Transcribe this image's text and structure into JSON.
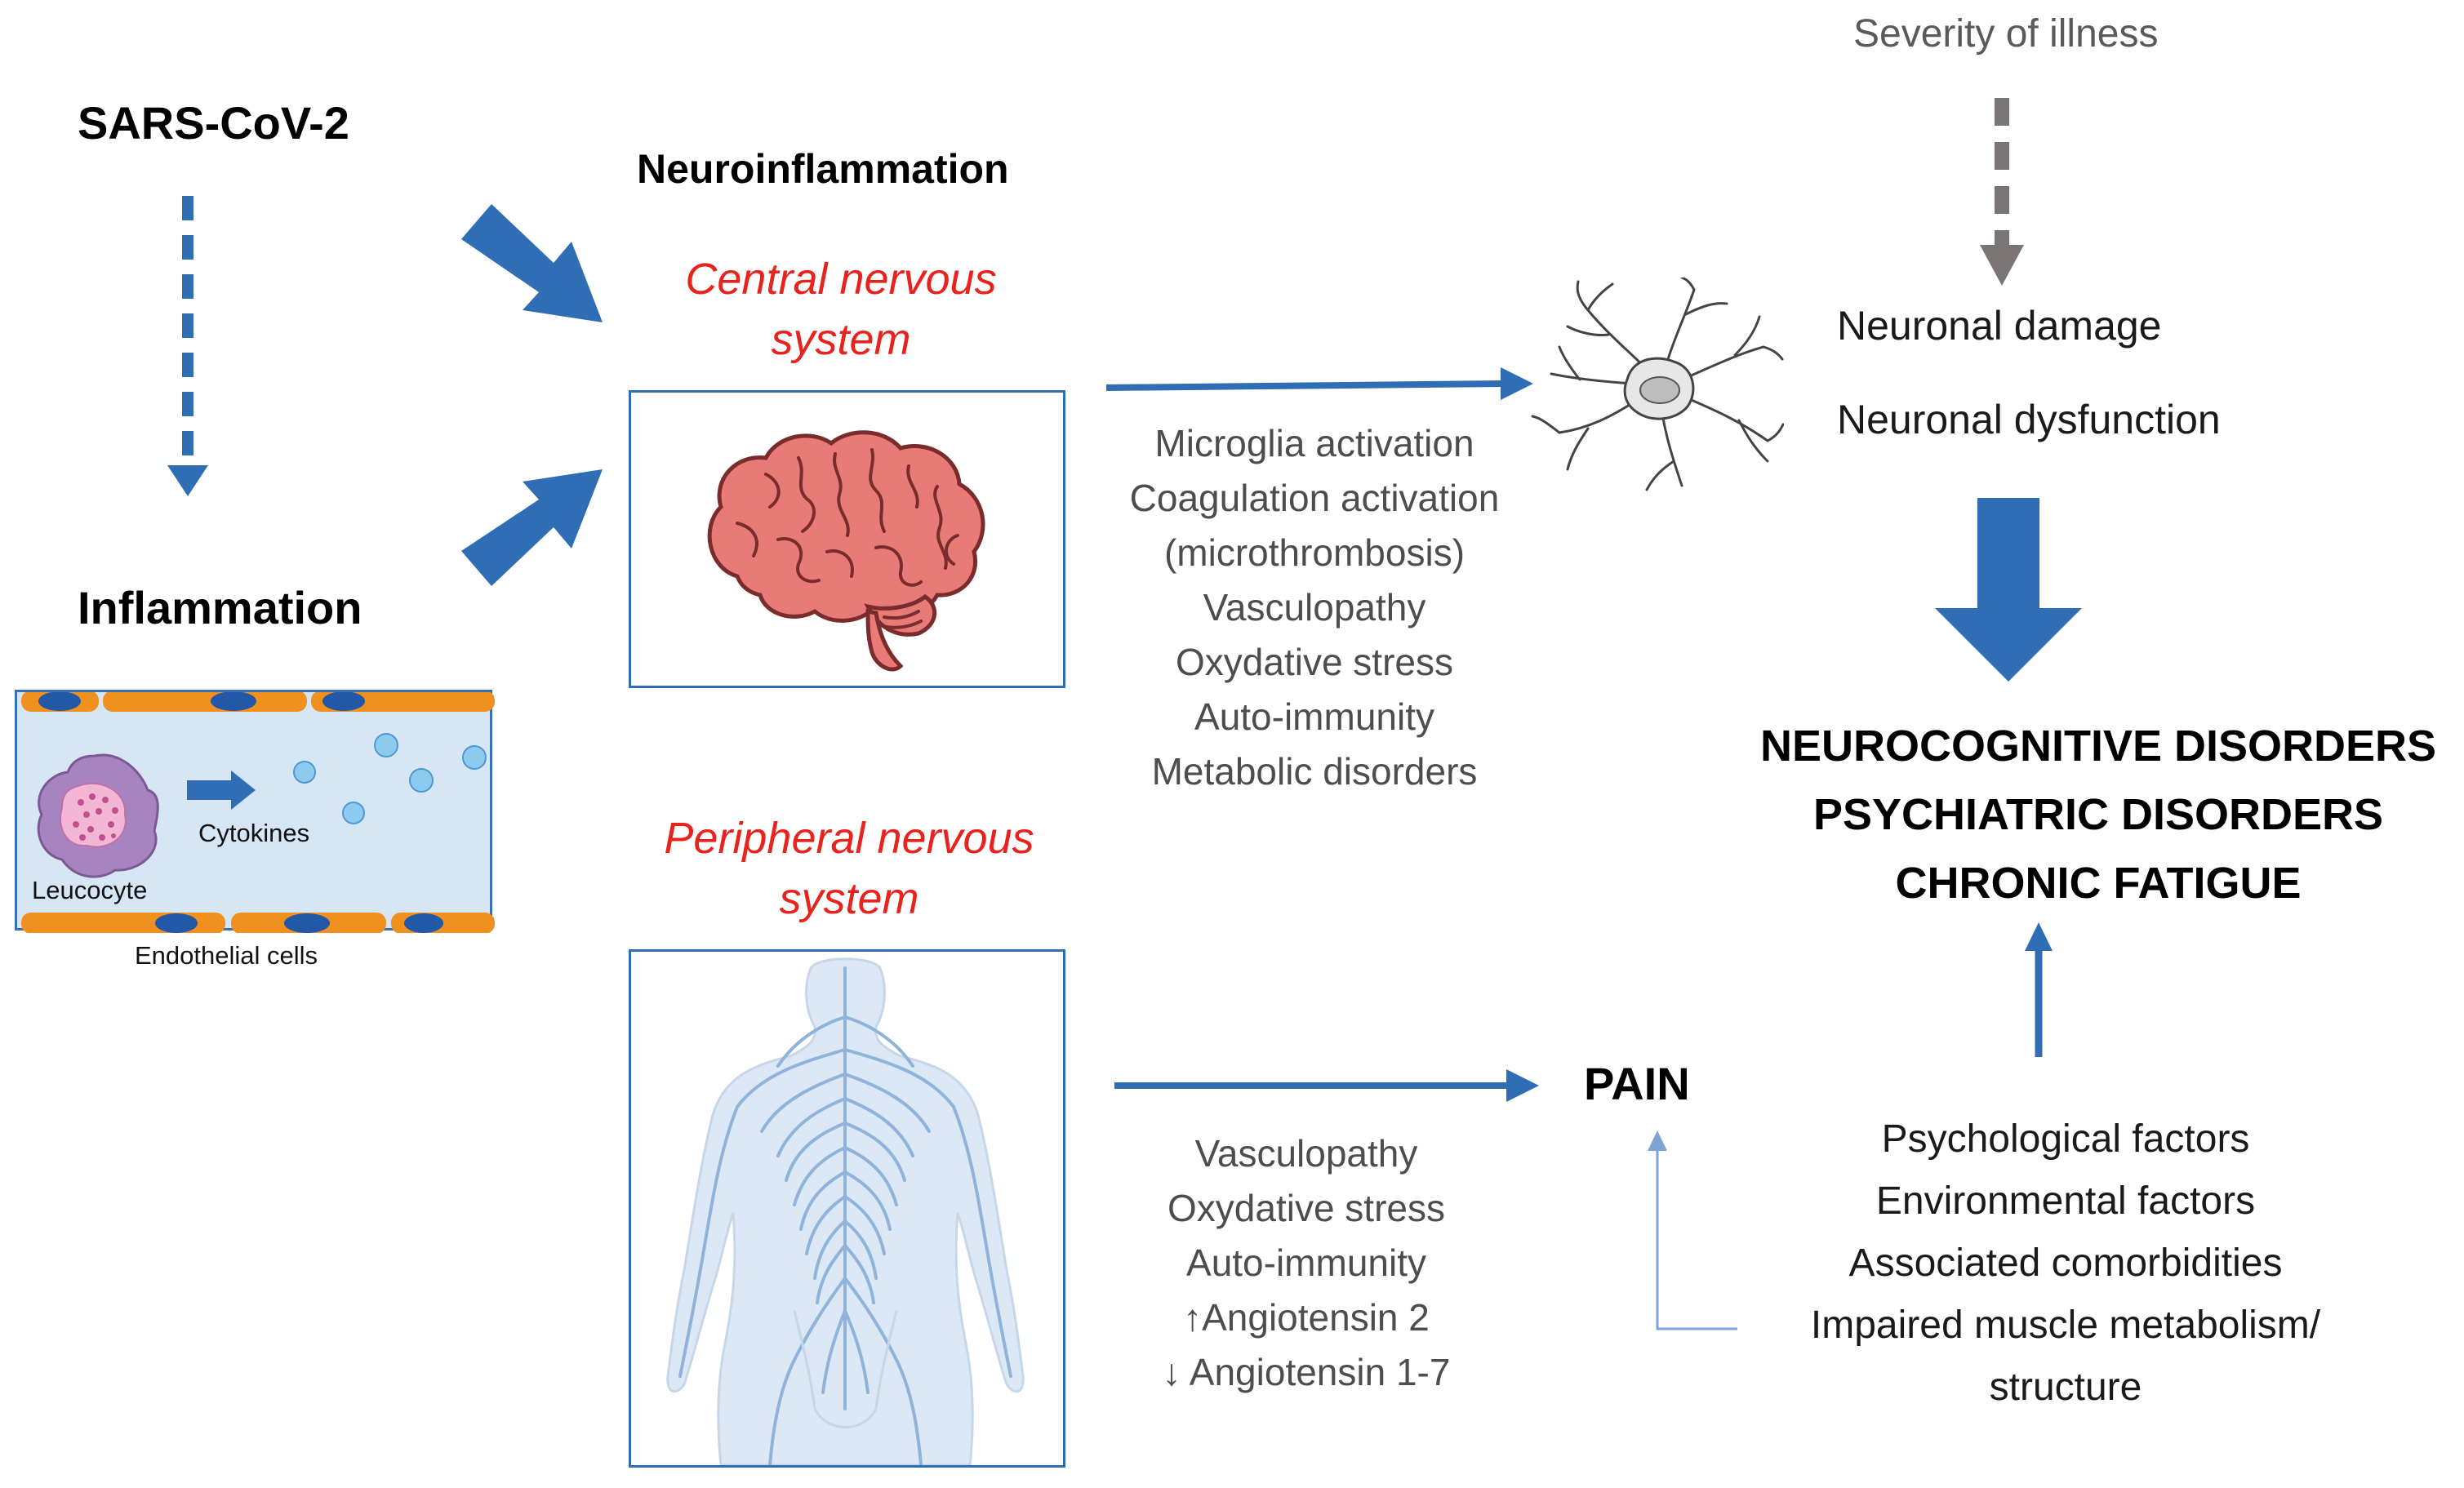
{
  "left": {
    "virus": "SARS-CoV-2",
    "inflammation": "Inflammation",
    "cytokines": "Cytokines",
    "leucocyte": "Leucocyte",
    "endothelial": "Endothelial cells"
  },
  "center": {
    "neuroinflammation": "Neuroinflammation",
    "cns_line1": "Central nervous",
    "cns_line2": "system",
    "pns_line1": "Peripheral nervous",
    "pns_line2": "system",
    "cns_mechanisms": [
      "Microglia activation",
      "Coagulation activation",
      "(microthrombosis)",
      "Vasculopathy",
      "Oxydative stress",
      "Auto-immunity",
      "Metabolic disorders"
    ],
    "pns_mechanisms": [
      "Vasculopathy",
      "Oxydative stress",
      "Auto-immunity",
      "↑Angiotensin 2",
      "↓ Angiotensin 1-7"
    ]
  },
  "right": {
    "severity": "Severity of illness",
    "damage": "Neuronal damage",
    "dysfunction": "Neuronal dysfunction",
    "outcomes": [
      "NEUROCOGNITIVE DISORDERS",
      "PSYCHIATRIC DISORDERS",
      "CHRONIC FATIGUE"
    ],
    "pain": "PAIN",
    "factors": [
      "Psychological factors",
      "Environmental factors",
      "Associated comorbidities",
      "Impaired muscle metabolism/",
      "structure"
    ]
  },
  "colors": {
    "arrow_blue": "#2f6db5",
    "dashed_gray": "#7a7474",
    "red_label": "#e8221c",
    "brain": "#e87b78",
    "body": "#dce8f5",
    "nerves": "#8fb3db",
    "vessel": "#d7e6f4",
    "endothelium": "#f0901e",
    "nucleus": "#2357a8",
    "leucocyte": "#a784bf",
    "cytokine": "#8ec9ef"
  }
}
